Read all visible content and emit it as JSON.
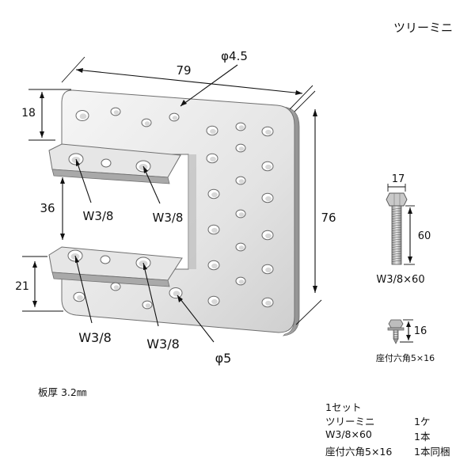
{
  "title": "ツリーミニ",
  "plate_dims": {
    "width": "79",
    "height": "76",
    "top": "18",
    "middle": "36",
    "bottom": "21",
    "hole_small": "φ4.5",
    "hole_large": "φ5"
  },
  "bolt_callouts": [
    "W3/8",
    "W3/8",
    "W3/8",
    "W3/8"
  ],
  "bolt": {
    "head_size": "17",
    "length": "60",
    "label": "W3/8×60"
  },
  "screw": {
    "length": "16",
    "label": "座付六角5×16"
  },
  "thickness": "板厚 3.2㎜",
  "set_list": {
    "heading": "1セット",
    "rows": [
      {
        "item": "ツリーミニ",
        "qty": "1ケ"
      },
      {
        "item": "W3/8×60",
        "qty": "1本"
      },
      {
        "item": "座付六角5×16",
        "qty": "1本同梱"
      }
    ]
  },
  "colors": {
    "plate_light": "#f1f1f1",
    "plate_mid": "#d9d9d9",
    "plate_dark": "#a8a8a8",
    "line": "#111111"
  }
}
